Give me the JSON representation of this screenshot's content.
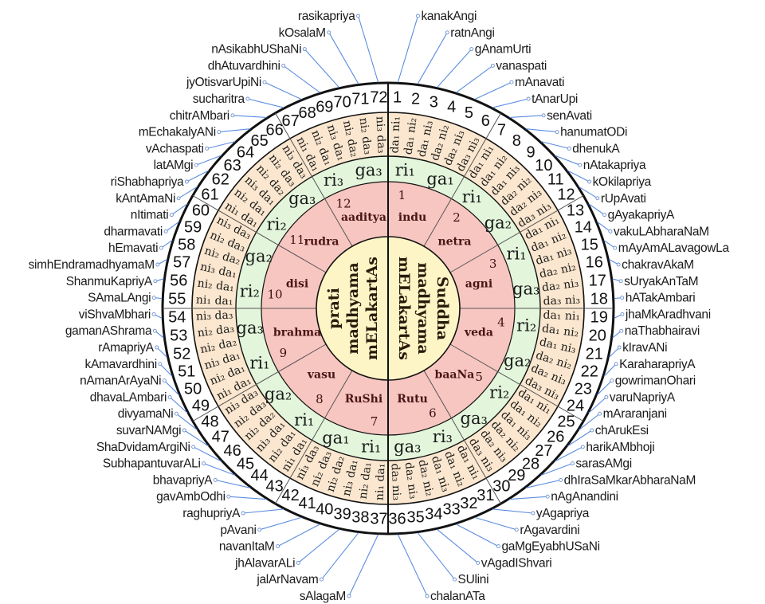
{
  "center": {
    "right": [
      "Suddha",
      "madhyama",
      "mELakartAs"
    ],
    "left": [
      "prati",
      "madhyama",
      "mELakartAs"
    ]
  },
  "chakras": [
    {
      "number": "1",
      "name": "indu",
      "ri": "ri₁",
      "ga": "ga₁"
    },
    {
      "number": "2",
      "name": "netra",
      "ri": "ri₁",
      "ga": "ga₂"
    },
    {
      "number": "3",
      "name": "agni",
      "ri": "ri₁",
      "ga": "ga₃"
    },
    {
      "number": "4",
      "name": "veda",
      "ri": "ri₂",
      "ga": "ga₂"
    },
    {
      "number": "5",
      "name": "baaNa",
      "ri": "ri₂",
      "ga": "ga₃"
    },
    {
      "number": "6",
      "name": "Rutu",
      "ri": "ri₃",
      "ga": "ga₃"
    },
    {
      "number": "7",
      "name": "RuShi",
      "ri": "ri₁",
      "ga": "ga₁"
    },
    {
      "number": "8",
      "name": "vasu",
      "ri": "ri₁",
      "ga": "ga₂"
    },
    {
      "number": "9",
      "name": "brahma",
      "ri": "ri₁",
      "ga": "ga₃"
    },
    {
      "number": "10",
      "name": "disi",
      "ri": "ri₂",
      "ga": "ga₂"
    },
    {
      "number": "11",
      "name": "rudra",
      "ri": "ri₂",
      "ga": "ga₃"
    },
    {
      "number": "12",
      "name": "aaditya",
      "ri": "ri₃",
      "ga": "ga₃"
    }
  ],
  "dani_right": [
    "da₁ ni₁",
    "da₁ ni₂",
    "da₁ ni₃",
    "da₂ ni₂",
    "da₂ ni₃",
    "da₃ ni₃"
  ],
  "dani_left": [
    "ni₁ da₁",
    "ni₂ da₁",
    "ni₃ da₁",
    "ni₂ da₂",
    "ni₂ da₃",
    "ni₃ da₃"
  ],
  "ragas": [
    {
      "number": "1",
      "name": "kanakAngi"
    },
    {
      "number": "2",
      "name": "ratnAngi"
    },
    {
      "number": "3",
      "name": "gAnamUrti"
    },
    {
      "number": "4",
      "name": "vanaspati"
    },
    {
      "number": "5",
      "name": "mAnavati"
    },
    {
      "number": "6",
      "name": "tAnarUpi"
    },
    {
      "number": "7",
      "name": "senAvati"
    },
    {
      "number": "8",
      "name": "hanumatODi"
    },
    {
      "number": "9",
      "name": "dhenukA"
    },
    {
      "number": "10",
      "name": "nAtakapriya"
    },
    {
      "number": "11",
      "name": "kOkilapriya"
    },
    {
      "number": "12",
      "name": "rUpAvati"
    },
    {
      "number": "13",
      "name": "gAyakapriyA"
    },
    {
      "number": "14",
      "name": "vakuLAbharaNaM"
    },
    {
      "number": "15",
      "name": "mAyAmALavagowLa"
    },
    {
      "number": "16",
      "name": "chakravAkaM"
    },
    {
      "number": "17",
      "name": "sUryakAnTaM"
    },
    {
      "number": "18",
      "name": "hATakAmbari"
    },
    {
      "number": "19",
      "name": "jhaMkAradhvani"
    },
    {
      "number": "20",
      "name": "naThabhairavi"
    },
    {
      "number": "21",
      "name": "kIravANi"
    },
    {
      "number": "22",
      "name": "KaraharapriyA"
    },
    {
      "number": "23",
      "name": "gowrimanOhari"
    },
    {
      "number": "24",
      "name": "varuNapriyA"
    },
    {
      "number": "25",
      "name": "mAraranjani"
    },
    {
      "number": "26",
      "name": "chArukEsi"
    },
    {
      "number": "27",
      "name": "harikAMbhoji"
    },
    {
      "number": "28",
      "name": "sarasAMgi"
    },
    {
      "number": "29",
      "name": "dhIraSaMkarAbharaNaM"
    },
    {
      "number": "30",
      "name": "nAgAnandini"
    },
    {
      "number": "31",
      "name": "yAgapriya"
    },
    {
      "number": "32",
      "name": "rAgavardini"
    },
    {
      "number": "33",
      "name": "gaMgEyabhUSaNi"
    },
    {
      "number": "34",
      "name": "vAgadIShvari"
    },
    {
      "number": "35",
      "name": "SUlini"
    },
    {
      "number": "36",
      "name": "chalanATa"
    },
    {
      "number": "37",
      "name": "sAlagaM"
    },
    {
      "number": "38",
      "name": "jalArNavam"
    },
    {
      "number": "39",
      "name": "jhAlavarALi"
    },
    {
      "number": "40",
      "name": "navanItaM"
    },
    {
      "number": "41",
      "name": "pAvani"
    },
    {
      "number": "42",
      "name": "raghupriyA"
    },
    {
      "number": "43",
      "name": "gavAmbOdhi"
    },
    {
      "number": "44",
      "name": "bhavapriyA"
    },
    {
      "number": "45",
      "name": "SubhapantuvarALi"
    },
    {
      "number": "46",
      "name": "ShaDvidamArgiNi"
    },
    {
      "number": "47",
      "name": "suvarNAMgi"
    },
    {
      "number": "48",
      "name": "divyamaNi"
    },
    {
      "number": "49",
      "name": "dhavaLAmbari"
    },
    {
      "number": "50",
      "name": "nAmanArAyaNi"
    },
    {
      "number": "51",
      "name": "kAmavardhini"
    },
    {
      "number": "52",
      "name": "rAmapriyA"
    },
    {
      "number": "53",
      "name": "gamanAShrama"
    },
    {
      "number": "54",
      "name": "viShvaMbhari"
    },
    {
      "number": "55",
      "name": "SAmaLAngi"
    },
    {
      "number": "56",
      "name": "ShanmuKapriyA"
    },
    {
      "number": "57",
      "name": "simhEndramadhyamaM"
    },
    {
      "number": "58",
      "name": "hEmavati"
    },
    {
      "number": "59",
      "name": "dharmavati"
    },
    {
      "number": "60",
      "name": "nItimati"
    },
    {
      "number": "61",
      "name": "kAntAmaNi"
    },
    {
      "number": "62",
      "name": "riShabhapriya"
    },
    {
      "number": "63",
      "name": "latAMgi"
    },
    {
      "number": "64",
      "name": "vAchaspati"
    },
    {
      "number": "65",
      "name": "mEchakalyANi"
    },
    {
      "number": "66",
      "name": "chitrAMbari"
    },
    {
      "number": "67",
      "name": "sucharitra"
    },
    {
      "number": "68",
      "name": "jyOtisvarUpiNi"
    },
    {
      "number": "69",
      "name": "dhAtuvardhini"
    },
    {
      "number": "70",
      "name": "nAsikabhUShaNi"
    },
    {
      "number": "71",
      "name": "kOsalaM"
    },
    {
      "number": "72",
      "name": "rasikapriya"
    }
  ],
  "colors": {
    "center": "#fdf5c6",
    "chakra_ring": "#f8c6c1",
    "ri_ga_ring": "#e3f6dc",
    "da_ni_ring": "#fbe7cf",
    "leader": "#5b8de0",
    "outline": "#111111"
  }
}
